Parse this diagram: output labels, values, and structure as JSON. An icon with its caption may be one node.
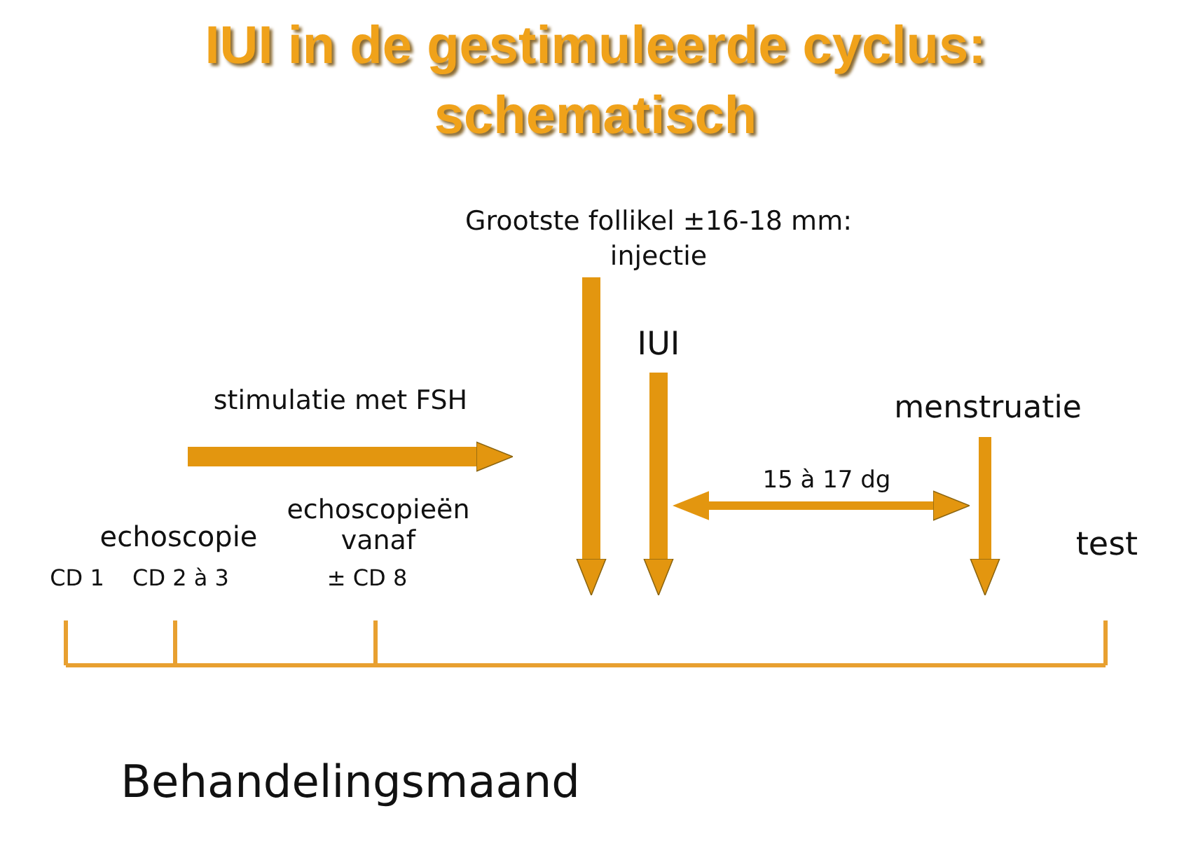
{
  "diagram": {
    "title": "IUI in de gestimuleerde cyclus: schematisch",
    "nodes": [
      {
        "text": [
          "Grootste follikel ±16-18 mm: injectie"
        ]
      },
      {
        "text": [
          "IUI"
        ]
      },
      {
        "text": [
          "menstruatie"
        ]
      }
    ],
    "edges": [
      {
        "from": 0,
        "to": null,
        "arrow": "to"
      },
      {
        "from": 1,
        "to": null,
        "arrow": "to"
      },
      {
        "from": 2,
        "to": null,
        "arrow": "to"
      }
    ],
    "labels": [
      "stimulatie met FSH",
      "15 à 17 dg",
      "echoscopie",
      "echoscopieën vanaf",
      "CD 1",
      "CD 2 à 3",
      "± CD 8",
      "test",
      "Behandelingsmaand"
    ]
  }
}
